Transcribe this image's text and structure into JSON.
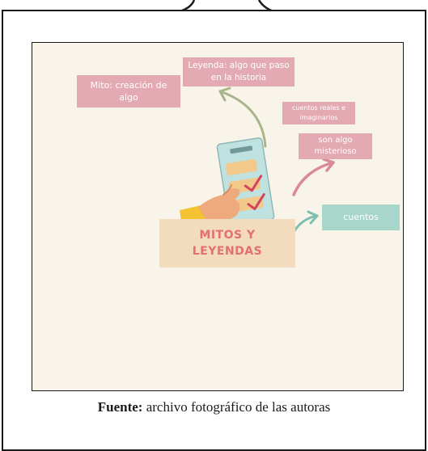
{
  "mindmap": {
    "central_title": {
      "line1": "MITOS Y",
      "line2": "LEYENDAS"
    },
    "notes": {
      "mito": "Mito: creación de algo",
      "leyenda": "Leyenda: algo que paso en la historia",
      "cuentos_reales": "cuentos reales e imaginarios",
      "misterioso": "son algo misterioso",
      "cuentos": "cuentos"
    },
    "colors": {
      "background": "#f9f4ea",
      "pink_note": "#e3aab4",
      "teal_note": "#a8d6cb",
      "title_box": "#f2dcbd",
      "title_text": "#e46f6f"
    }
  },
  "caption": {
    "label": "Fuente:",
    "text": " archivo fotográfico de las autoras"
  }
}
